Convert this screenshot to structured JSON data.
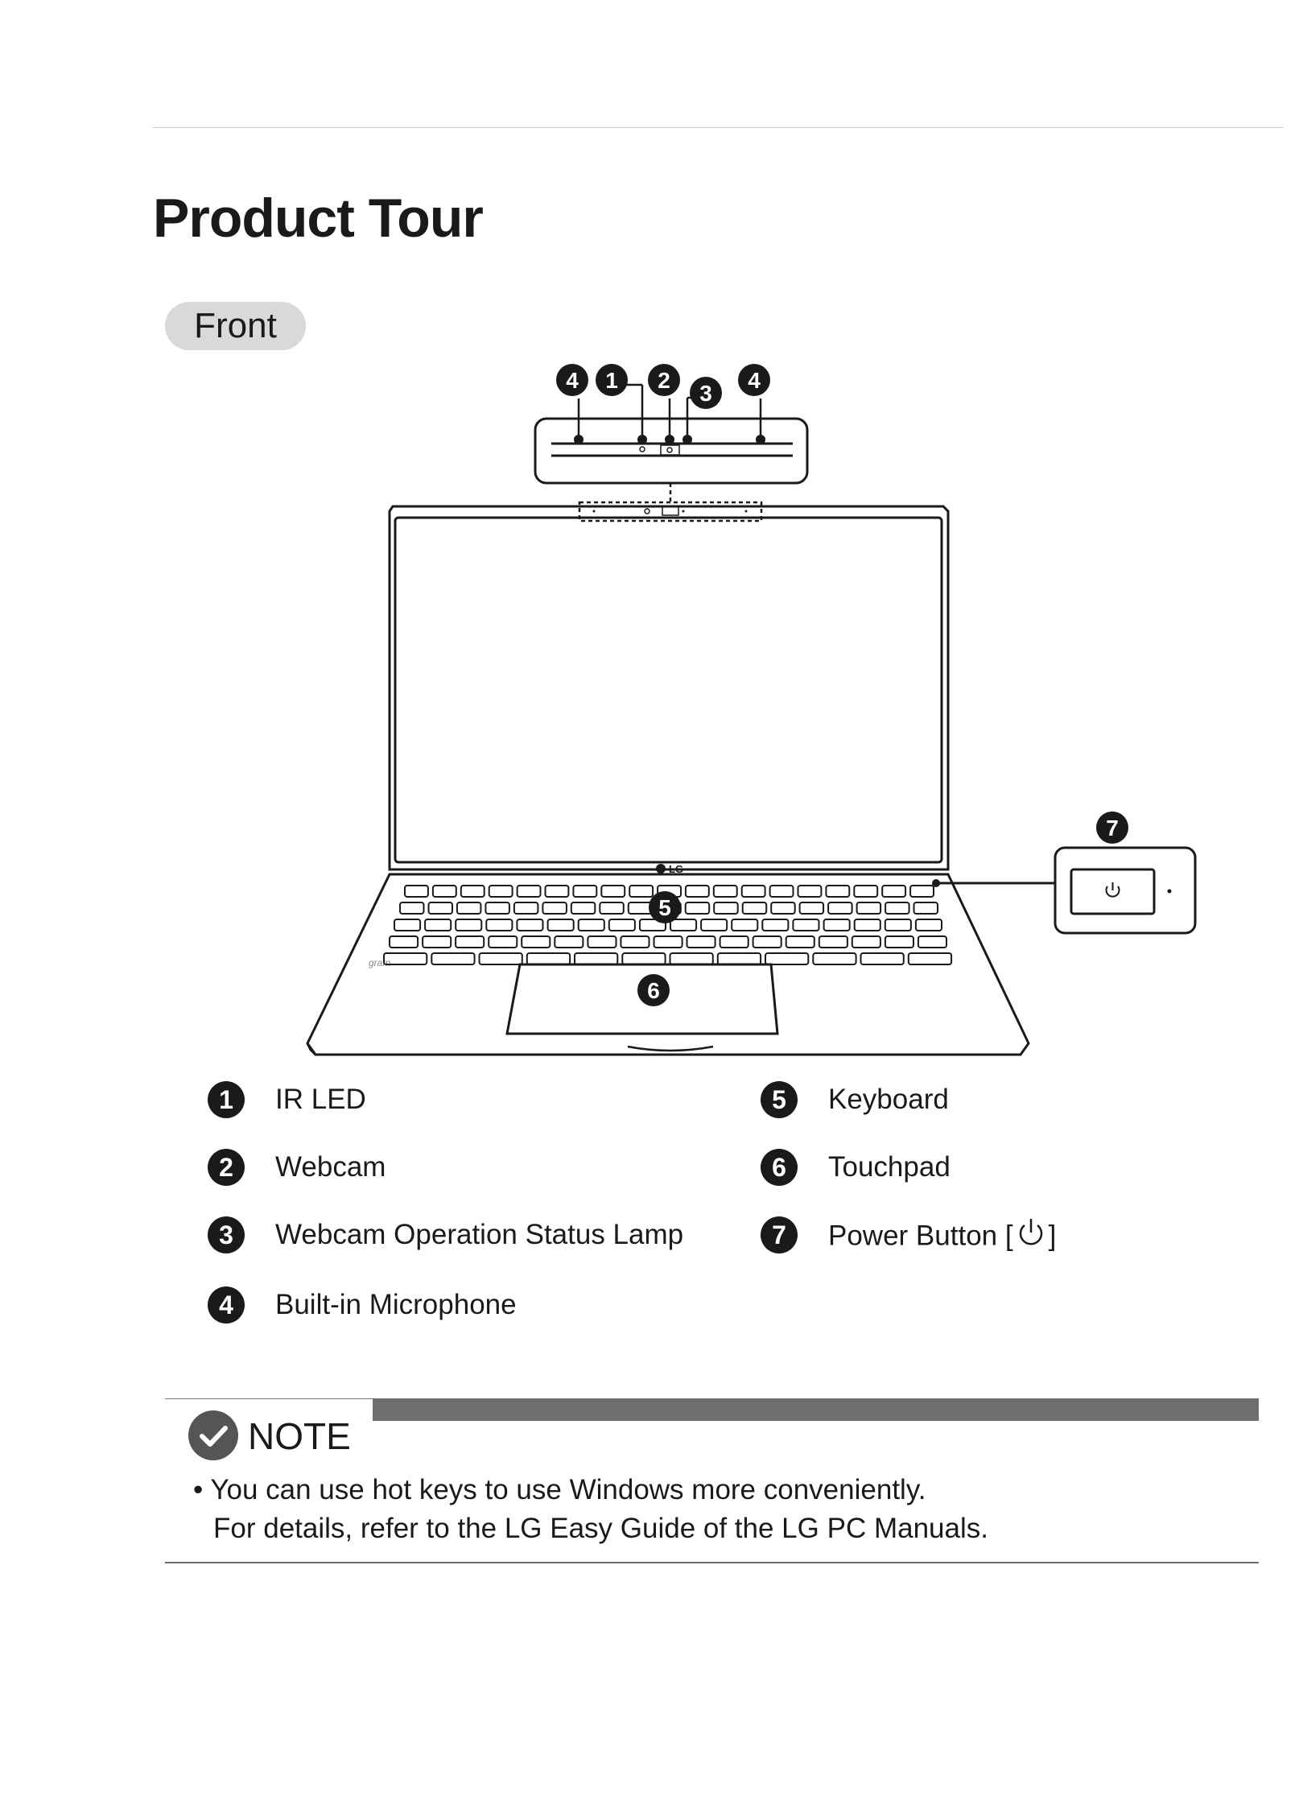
{
  "page": {
    "title": "Product Tour",
    "section": "Front"
  },
  "diagram": {
    "brand_logo": "LG",
    "model_wordmark": "gram",
    "callouts": [
      {
        "num": "4",
        "target": "microphone-left"
      },
      {
        "num": "1",
        "target": "ir-led"
      },
      {
        "num": "2",
        "target": "webcam"
      },
      {
        "num": "3",
        "target": "webcam-status-lamp"
      },
      {
        "num": "4",
        "target": "microphone-right"
      },
      {
        "num": "5",
        "target": "keyboard"
      },
      {
        "num": "6",
        "target": "touchpad"
      },
      {
        "num": "7",
        "target": "power-button"
      }
    ],
    "power_icon": "power-icon"
  },
  "legend": [
    {
      "num": "1",
      "label": "IR LED"
    },
    {
      "num": "2",
      "label": "Webcam"
    },
    {
      "num": "3",
      "label": "Webcam Operation Status Lamp"
    },
    {
      "num": "4",
      "label": "Built-in Microphone"
    },
    {
      "num": "5",
      "label": "Keyboard"
    },
    {
      "num": "6",
      "label": "Touchpad"
    },
    {
      "num": "7",
      "label_prefix": "Power Button [",
      "label_suffix": "]"
    }
  ],
  "note": {
    "title": "NOTE",
    "icon": "check-circle-icon",
    "line1": "• You can use hot keys to use Windows more conveniently.",
    "line2": "For details, refer to the LG Easy Guide of the LG PC Manuals."
  },
  "colors": {
    "text": "#1a1a1a",
    "pill": "#d9d9d9",
    "note_bar": "#6e6e6e"
  }
}
